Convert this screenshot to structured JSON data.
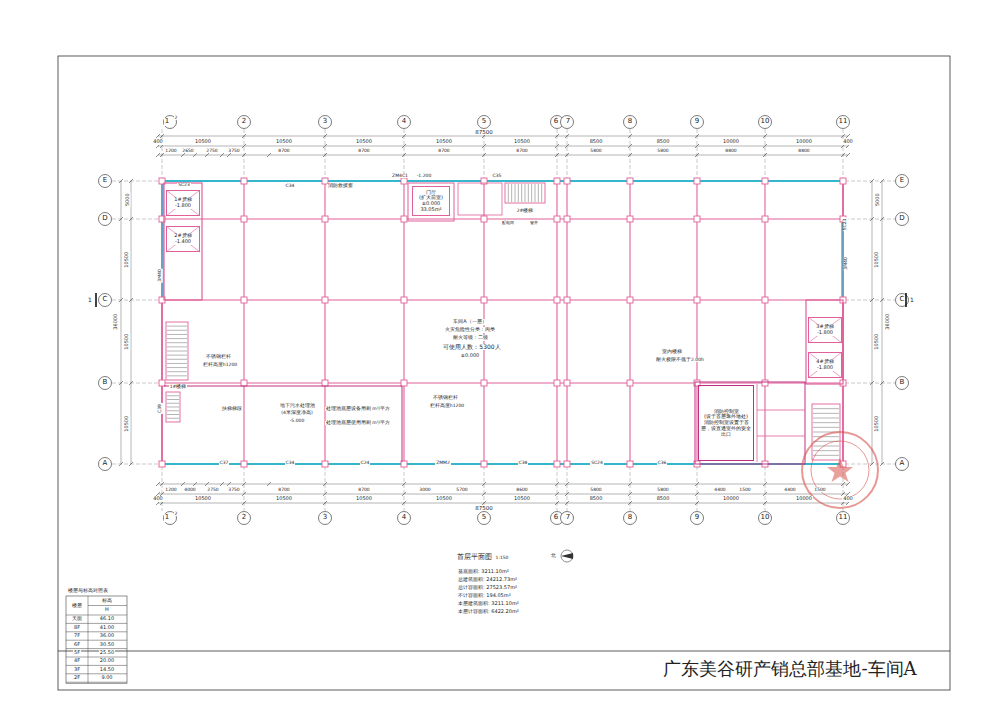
{
  "diagram": {
    "title": "广东美谷研产销总部基地-车间A",
    "nodes": [
      {
        "text": [
          "1#货梯",
          "-1.800"
        ]
      },
      {
        "text": [
          "2#货梯",
          "-1.400"
        ]
      },
      {
        "text": [
          "3#货梯",
          "-1.800"
        ]
      },
      {
        "text": [
          "4#货梯",
          "-1.800"
        ]
      },
      {
        "text": [
          "门厅",
          "(扩大前室)",
          "±0.000",
          "33.05m²"
        ]
      },
      {
        "text": [
          "消防控制室",
          "(设于首层靠外墙处)",
          "消防控制室设置于首层，设直通室外的安全出口"
        ]
      }
    ],
    "labels": [
      "1",
      "2",
      "2",
      "3",
      "4",
      "5",
      "6",
      "7",
      "8",
      "9",
      "10",
      "11",
      "1",
      "2",
      "2",
      "3",
      "4",
      "5",
      "6",
      "7",
      "8",
      "9",
      "10",
      "11",
      "E",
      "D",
      "C",
      "B",
      "A",
      "E",
      "D",
      "C",
      "B",
      "A",
      "1",
      "1",
      "87500",
      "400",
      "10500",
      "10500",
      "10500",
      "10500",
      "10500",
      "8500",
      "8500",
      "10000",
      "10000",
      "400",
      "1200",
      "2650",
      "2750",
      "3750",
      "8700",
      "8700",
      "8700",
      "8700",
      "5800",
      "5800",
      "8800",
      "8800",
      "1200",
      "4000",
      "2750",
      "3750",
      "8700",
      "8700",
      "3000",
      "5700",
      "8600",
      "5800",
      "5800",
      "4400",
      "1500",
      "4400",
      "1500",
      "400",
      "10500",
      "10500",
      "10500",
      "10500",
      "10500",
      "8500",
      "8500",
      "10000",
      "10000",
      "400",
      "87500",
      "36000",
      "5000",
      "10500",
      "10500",
      "10500",
      "36000",
      "5000",
      "10500",
      "10500",
      "10500",
      "SC23",
      "C34",
      "消防救援窗",
      "C35",
      "ZM4C1",
      "-1.200",
      "C37",
      "C34",
      "C24",
      "ZMM2",
      "C38",
      "SC24",
      "C36",
      "SC23",
      "3M40",
      "C39",
      "3M40",
      "车间A（一层）",
      "火灾危险性分类：丙类",
      "耐火等级：二级",
      "可使用人数：5300人",
      "±0.000",
      "地下污水处理池",
      "(4米深度净高)",
      "-5.000",
      "处理池底层设备用剩 m³/平方",
      "处理池底层使用用剩 m³/平方",
      "不锈钢栏杆",
      "栏杆高度h1200",
      "不锈钢栏杆",
      "栏杆高度h1200",
      "扶梯梯段",
      "1#楼梯",
      "2#楼梯",
      "配电间",
      "管井",
      "室内楼梯",
      "耐火极限不低于2.00h",
      "首层平面图",
      "1:150",
      "北",
      "基底面积: 3211.10m²",
      "总建筑面积: 24212.73m²",
      "总计容面积: 27523.57m²",
      "不计容面积: 194.05m²",
      "本层建筑面积: 3211.10m²",
      "本层计容面积: 6422.20m²",
      "楼层与标高对照表",
      "楼层",
      "标高",
      "H",
      "天面",
      "46.10",
      "8F",
      "41.00",
      "7F",
      "36.00",
      "6F",
      "30.50",
      "5F",
      "25.50",
      "4F",
      "20.00",
      "3F",
      "14.50",
      "2F",
      "9.00"
    ]
  }
}
